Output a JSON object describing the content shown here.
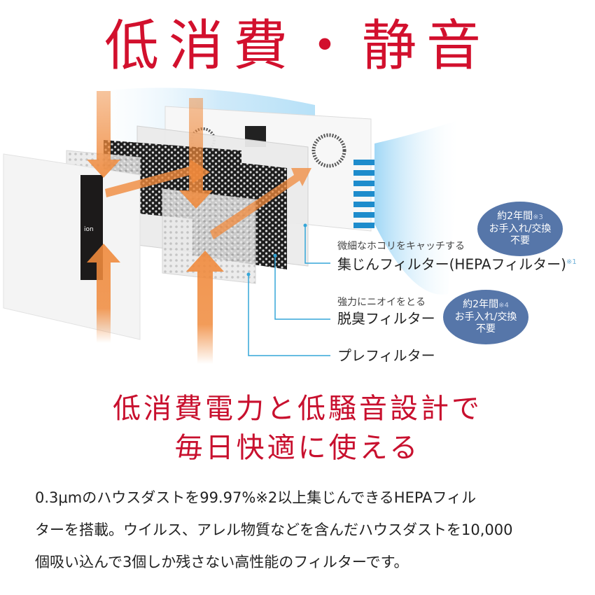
{
  "header": {
    "title": "低消費・静音"
  },
  "illustration": {
    "description": "Exploded view of air purifier with filters and airflow arrows",
    "colors": {
      "airflow_arrow": "#f08a3c",
      "airflow_glow": "#9fd3f3",
      "leader_line": "#35a6d8",
      "deodorizer_filter": "#1d1d1d",
      "panel": "#f2f2f2"
    },
    "callouts": [
      {
        "sub": "微細なホコリをキャッチする",
        "main": "集じんフィルター(HEPAフィルター)",
        "note": "※1"
      },
      {
        "sub": "強力にニオイをとる",
        "main": "脱臭フィルター",
        "note": ""
      },
      {
        "sub": "",
        "main": "プレフィルター",
        "note": ""
      }
    ],
    "badges": [
      {
        "line1": "約2年間",
        "note": "※3",
        "line2": "お手入れ/交換",
        "line3": "不要",
        "color": "#5676a9"
      },
      {
        "line1": "約2年間",
        "note": "※4",
        "line2": "お手入れ/交換",
        "line3": "不要",
        "color": "#5676a9"
      }
    ]
  },
  "headline": {
    "line1": "低消費電力と低騒音設計で",
    "line2": "毎日快適に使える",
    "color": "#c8102e"
  },
  "body": {
    "line1": "0.3μmのハウスダストを99.97%※2以上集じんできるHEPAフィル",
    "line2": "ターを搭載。ウイルス、アレル物質などを含んだハウスダストを10,000",
    "line3": "個吸い込んで3個しか残さない高性能のフィルターです。"
  }
}
